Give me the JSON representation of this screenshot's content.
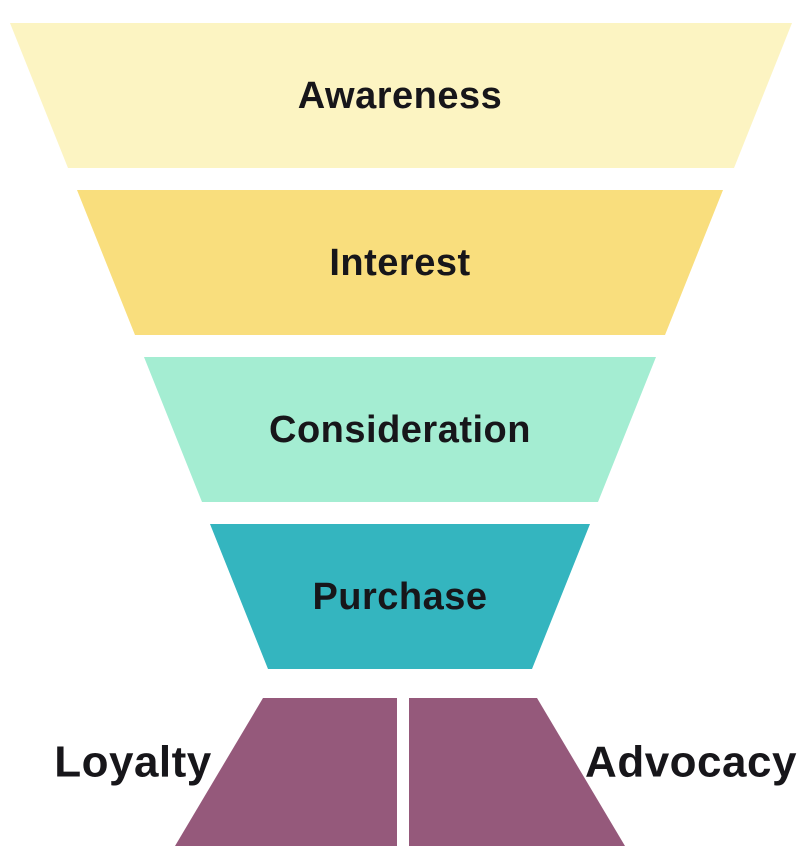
{
  "funnel": {
    "stages": [
      {
        "id": "awareness",
        "label": "Awareness",
        "color": "#FCF4C2"
      },
      {
        "id": "interest",
        "label": "Interest",
        "color": "#F9DE7D"
      },
      {
        "id": "consideration",
        "label": "Consideration",
        "color": "#A4EDD2"
      },
      {
        "id": "purchase",
        "label": "Purchase",
        "color": "#34B5BF"
      }
    ],
    "split_stages": [
      {
        "id": "loyalty",
        "label": "Loyalty",
        "color": "#95597B",
        "label_side": "left"
      },
      {
        "id": "advocacy",
        "label": "Advocacy",
        "color": "#95597B",
        "label_side": "right"
      }
    ],
    "label_color": "#17161A",
    "background_color": "#FFFFFF"
  }
}
